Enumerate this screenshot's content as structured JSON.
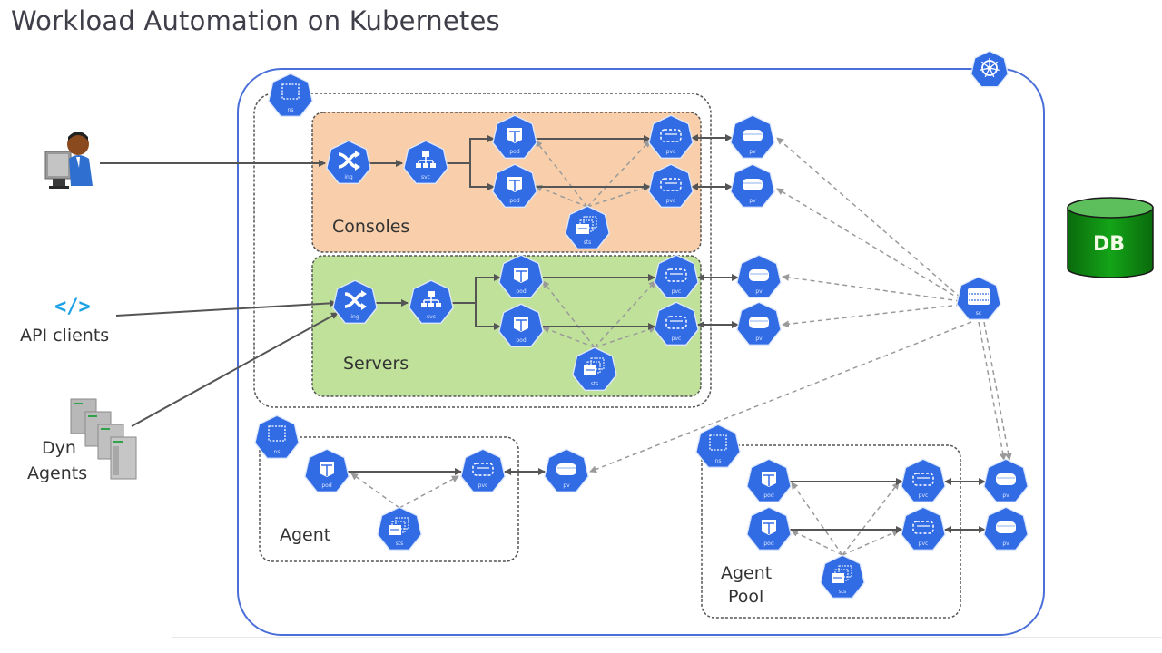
{
  "title": "Workload Automation on Kubernetes",
  "colors": {
    "k8s_blue": "#326ce5",
    "cluster_border": "#4a6fd8",
    "consoles_fill": "#f8cfaa",
    "servers_fill": "#bfe199",
    "db_green": "#0f8a12",
    "api_icon": "#1da1e6",
    "line_dark": "#555555",
    "line_dashed": "#9a9a9a"
  },
  "external": {
    "user": {
      "label": "",
      "icon": "user-workstation-icon"
    },
    "api_clients": {
      "label": "API clients",
      "icon": "code-brackets-icon",
      "glyph": "</>"
    },
    "dyn_agents": {
      "label_line1": "Dyn",
      "label_line2": "Agents",
      "icon": "server-rack-icon"
    },
    "db": {
      "label": "DB",
      "icon": "database-cylinder-icon"
    }
  },
  "cluster": {
    "icon": "kubernetes-helm-icon"
  },
  "groups": {
    "consoles": {
      "label": "Consoles"
    },
    "servers": {
      "label": "Servers"
    },
    "agent": {
      "label": "Agent"
    },
    "agent_pool": {
      "label_line1": "Agent",
      "label_line2": "Pool"
    }
  },
  "node_labels": {
    "ns": "ns",
    "ing": "ing",
    "svc": "svc",
    "pod": "pod",
    "pvc": "pvc",
    "pv": "pv",
    "sts": "sts",
    "sc": "sc"
  }
}
